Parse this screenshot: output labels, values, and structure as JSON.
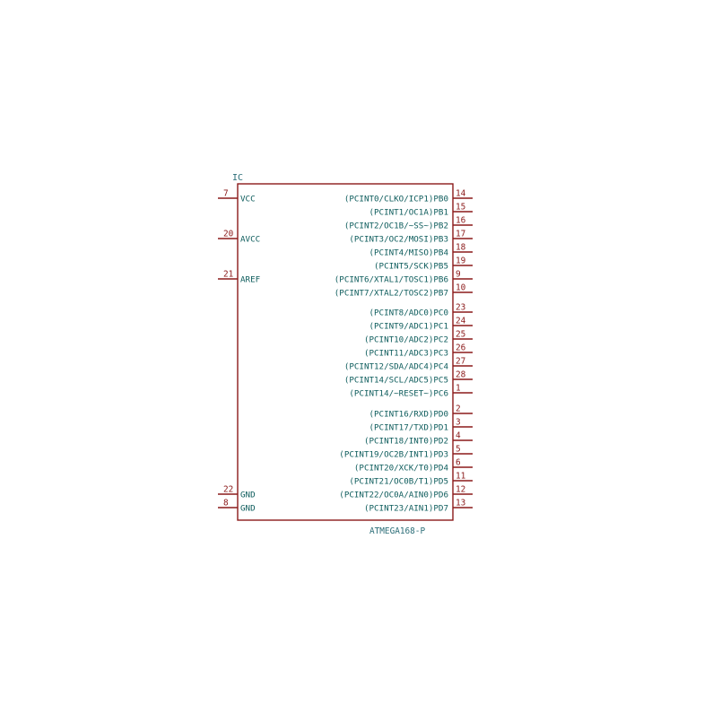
{
  "component": {
    "reference": "IC",
    "value": "ATMEGA168-P",
    "colors": {
      "body": "#8b1a1a",
      "pin_name": "#0d5c5c",
      "pin_number": "#8b1a1a",
      "field": "#2c6e78"
    }
  },
  "left_pins": [
    {
      "number": "7",
      "name": "VCC"
    },
    {
      "number": "20",
      "name": "AVCC"
    },
    {
      "number": "21",
      "name": "AREF"
    },
    {
      "number": "22",
      "name": "GND"
    },
    {
      "number": "8",
      "name": "GND"
    }
  ],
  "right_pins": [
    {
      "number": "14",
      "name": "(PCINT0/CLKO/ICP1)PB0"
    },
    {
      "number": "15",
      "name": "(PCINT1/OC1A)PB1"
    },
    {
      "number": "16",
      "name": "(PCINT2/OC1B/~SS~)PB2"
    },
    {
      "number": "17",
      "name": "(PCINT3/OC2/MOSI)PB3"
    },
    {
      "number": "18",
      "name": "(PCINT4/MISO)PB4"
    },
    {
      "number": "19",
      "name": "(PCINT5/SCK)PB5"
    },
    {
      "number": "9",
      "name": "(PCINT6/XTAL1/TOSC1)PB6"
    },
    {
      "number": "10",
      "name": "(PCINT7/XTAL2/TOSC2)PB7"
    },
    {
      "number": "23",
      "name": "(PCINT8/ADC0)PC0"
    },
    {
      "number": "24",
      "name": "(PCINT9/ADC1)PC1"
    },
    {
      "number": "25",
      "name": "(PCINT10/ADC2)PC2"
    },
    {
      "number": "26",
      "name": "(PCINT11/ADC3)PC3"
    },
    {
      "number": "27",
      "name": "(PCINT12/SDA/ADC4)PC4"
    },
    {
      "number": "28",
      "name": "(PCINT14/SCL/ADC5)PC5"
    },
    {
      "number": "1",
      "name": "(PCINT14/~RESET~)PC6"
    },
    {
      "number": "2",
      "name": "(PCINT16/RXD)PD0"
    },
    {
      "number": "3",
      "name": "(PCINT17/TXD)PD1"
    },
    {
      "number": "4",
      "name": "(PCINT18/INT0)PD2"
    },
    {
      "number": "5",
      "name": "(PCINT19/OC2B/INT1)PD3"
    },
    {
      "number": "6",
      "name": "(PCINT20/XCK/T0)PD4"
    },
    {
      "number": "11",
      "name": "(PCINT21/OC0B/T1)PD5"
    },
    {
      "number": "12",
      "name": "(PCINT22/OC0A/AIN0)PD6"
    },
    {
      "number": "13",
      "name": "(PCINT23/AIN1)PD7"
    }
  ]
}
